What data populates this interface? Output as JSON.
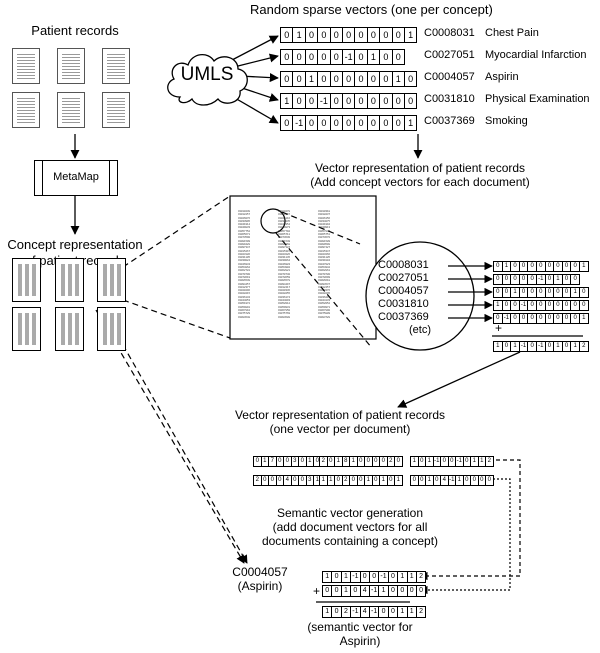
{
  "patient_records_label": "Patient records",
  "metamap_label": "MetaMap",
  "concept_rep_label": [
    "Concept representation",
    "of patient records"
  ],
  "random_vectors_title": "Random sparse vectors (one per concept)",
  "umls_label": "UMLS",
  "concepts": [
    {
      "cui": "C0008031",
      "name": "Chest Pain",
      "vector": [
        "0",
        "1",
        "0",
        "0",
        "0",
        "0",
        "0",
        "0",
        "0",
        "0",
        "1"
      ]
    },
    {
      "cui": "C0027051",
      "name": "Myocardial Infarction",
      "vector": [
        "0",
        "0",
        "0",
        "0",
        "0",
        "-1",
        "0",
        "1",
        "0",
        "0"
      ]
    },
    {
      "cui": "C0004057",
      "name": "Aspirin",
      "vector": [
        "0",
        "0",
        "1",
        "0",
        "0",
        "0",
        "0",
        "0",
        "0",
        "1",
        "0"
      ]
    },
    {
      "cui": "C0031810",
      "name": "Physical Examination",
      "vector": [
        "1",
        "0",
        "0",
        "-1",
        "0",
        "0",
        "0",
        "0",
        "0",
        "0",
        "0"
      ]
    },
    {
      "cui": "C0037369",
      "name": "Smoking",
      "vector": [
        "0",
        "-1",
        "0",
        "0",
        "0",
        "0",
        "0",
        "0",
        "0",
        "0",
        "1"
      ]
    }
  ],
  "vector_rep_add_label": [
    "Vector representation of patient records",
    "(Add concept vectors for each document)"
  ],
  "zoom_cuis": [
    "C0008031",
    "C0027051",
    "C0004057",
    "C0031810",
    "C0037369"
  ],
  "zoom_etc": "(etc)",
  "zoom_vectors": [
    [
      "0",
      "1",
      "0",
      "0",
      "0",
      "0",
      "0",
      "0",
      "0",
      "0",
      "1"
    ],
    [
      "0",
      "0",
      "0",
      "0",
      "0",
      "-1",
      "0",
      "1",
      "0",
      "0"
    ],
    [
      "0",
      "0",
      "1",
      "0",
      "0",
      "0",
      "0",
      "0",
      "0",
      "1",
      "0"
    ],
    [
      "1",
      "0",
      "0",
      "-1",
      "0",
      "0",
      "0",
      "0",
      "0",
      "0",
      "0"
    ],
    [
      "0",
      "-1",
      "0",
      "0",
      "0",
      "0",
      "0",
      "0",
      "0",
      "0",
      "1"
    ]
  ],
  "zoom_plus": "+",
  "zoom_sum_vector": [
    "1",
    "0",
    "1",
    "-1",
    "0",
    "-1",
    "0",
    "1",
    "0",
    "1",
    "2"
  ],
  "vector_rep_doc_label": [
    "Vector representation of patient records",
    "(one vector per document)"
  ],
  "doc_vectors": [
    [
      "0",
      "1",
      "7",
      "0",
      "0",
      "3",
      "0",
      "1",
      "0",
      "0",
      "0"
    ],
    [
      "2",
      "0",
      "1",
      "8",
      "1",
      "0",
      "0",
      "0",
      "0",
      "2",
      "0"
    ],
    [
      "1",
      "0",
      "1",
      "-1",
      "0",
      "0",
      "-1",
      "0",
      "1",
      "1",
      "2"
    ],
    [
      "2",
      "0",
      "0",
      "0",
      "4",
      "0",
      "0",
      "3",
      "1",
      "0",
      "0"
    ],
    [
      "1",
      "1",
      "0",
      "2",
      "0",
      "0",
      "1",
      "0",
      "1",
      "0",
      "1"
    ],
    [
      "0",
      "0",
      "1",
      "0",
      "4",
      "-1",
      "1",
      "0",
      "0",
      "0",
      "0"
    ]
  ],
  "semantic_gen_label": [
    "Semantic vector generation",
    "(add document vectors for all",
    "documents containing a concept)"
  ],
  "target_concept": [
    "C0004057",
    "(Aspirin)"
  ],
  "semantic_vectors": [
    [
      "1",
      "0",
      "1",
      "-1",
      "0",
      "0",
      "-1",
      "0",
      "1",
      "1",
      "2"
    ],
    [
      "0",
      "0",
      "1",
      "0",
      "4",
      "-1",
      "1",
      "0",
      "0",
      "0",
      "0"
    ]
  ],
  "semantic_plus": "+",
  "semantic_sum_vector": [
    "1",
    "0",
    "2",
    "-1",
    "4",
    "-1",
    "0",
    "0",
    "1",
    "1",
    "2"
  ],
  "semantic_result_label": [
    "(semantic vector for",
    "Aspirin)"
  ]
}
